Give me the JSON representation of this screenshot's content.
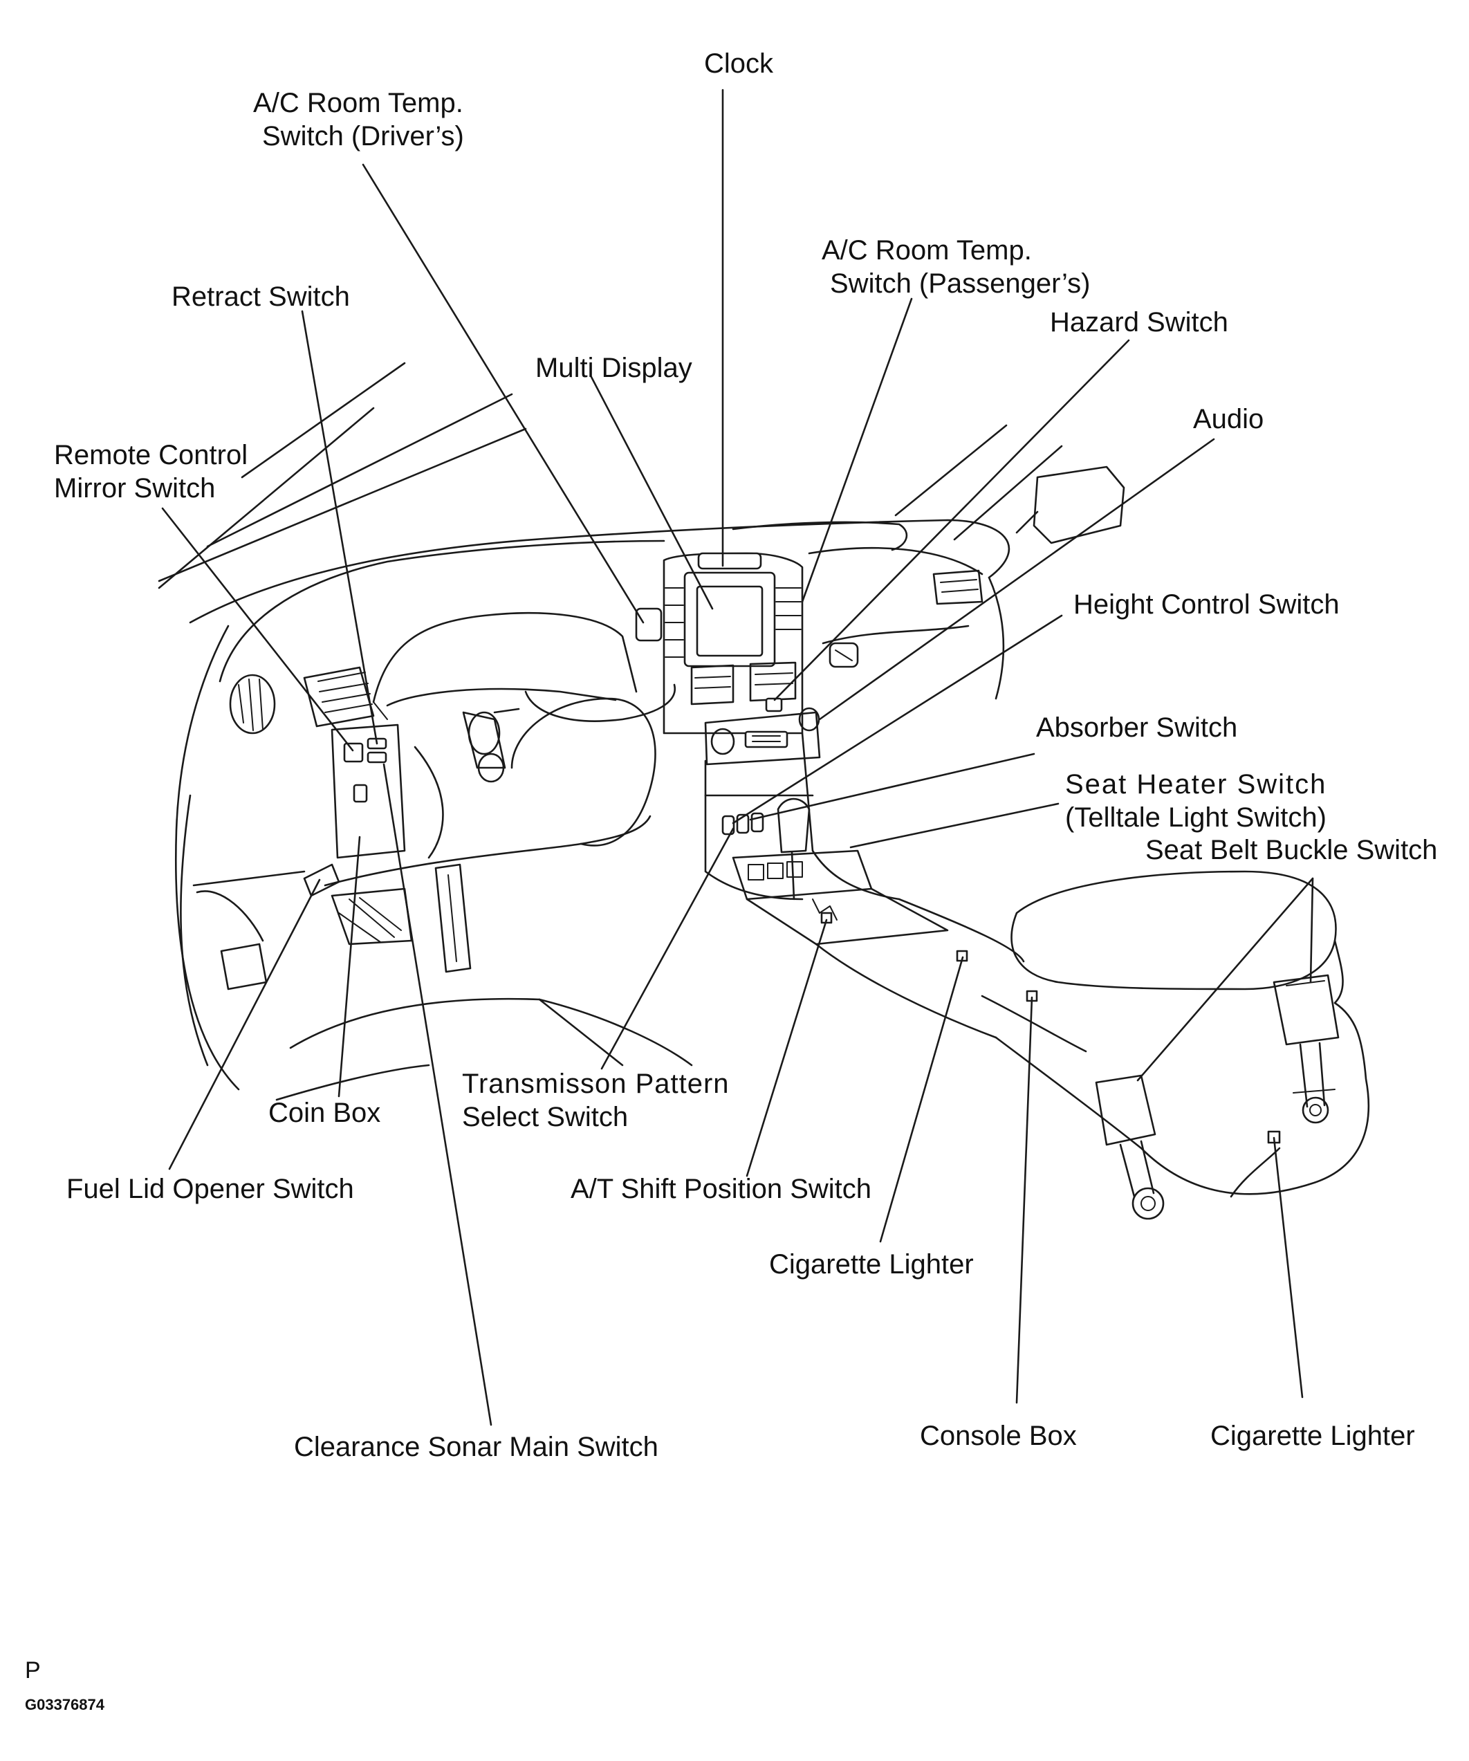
{
  "labels": {
    "clock": "Clock",
    "ac_room_temp_driver": [
      "A/C Room Temp.",
      "Switch (Driver’s)"
    ],
    "ac_room_temp_passenger": [
      "A/C Room Temp.",
      "Switch (Passenger’s)"
    ],
    "retract_switch": "Retract Switch",
    "multi_display": "Multi Display",
    "hazard_switch": "Hazard Switch",
    "audio": "Audio",
    "remote_control_mirror_switch": [
      "Remote Control",
      "Mirror Switch"
    ],
    "height_control_switch": "Height Control Switch",
    "absorber_switch": "Absorber Switch",
    "seat_heater_switch": [
      "Seat Heater Switch",
      "(Telltale Light Switch)"
    ],
    "seat_belt_buckle_switch": "Seat Belt Buckle Switch",
    "transmission_pattern_select_switch": [
      "Transmisson Pattern",
      "Select Switch"
    ],
    "coin_box": "Coin Box",
    "fuel_lid_opener_switch": "Fuel Lid Opener Switch",
    "at_shift_position_switch": "A/T Shift Position Switch",
    "cigarette_lighter_front": "Cigarette Lighter",
    "console_box": "Console Box",
    "cigarette_lighter_rear": "Cigarette Lighter",
    "clearance_sonar_main_switch": "Clearance Sonar Main Switch"
  },
  "footer": {
    "section_letter": "P",
    "figure_code": "G03376874"
  }
}
